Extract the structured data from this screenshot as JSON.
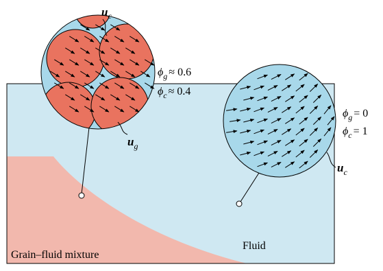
{
  "regions": {
    "mixture_label": "Grain–fluid mixture",
    "fluid_label": "Fluid"
  },
  "mixture_inset": {
    "phi_g": "ϕ",
    "phi_g_sub": "g",
    "phi_g_value": "≈ 0.6",
    "phi_c": "ϕ",
    "phi_c_sub": "c",
    "phi_c_value": "≈ 0.4",
    "u_c_main": "u",
    "u_c_sub": "c",
    "u_g_main": "u",
    "u_g_sub": "g"
  },
  "fluid_inset": {
    "phi_g": "ϕ",
    "phi_g_sub": "g",
    "phi_g_value": "= 0",
    "phi_c": "ϕ",
    "phi_c_sub": "c",
    "phi_c_value": "= 1",
    "u_c_main": "u",
    "u_c_sub": "c"
  },
  "colors": {
    "fluid": "#cfe8f2",
    "mixture": "#f2b8ad",
    "grain": "#e9735f",
    "fluid_in_circle": "#a8d8ea",
    "outline": "#000000"
  }
}
